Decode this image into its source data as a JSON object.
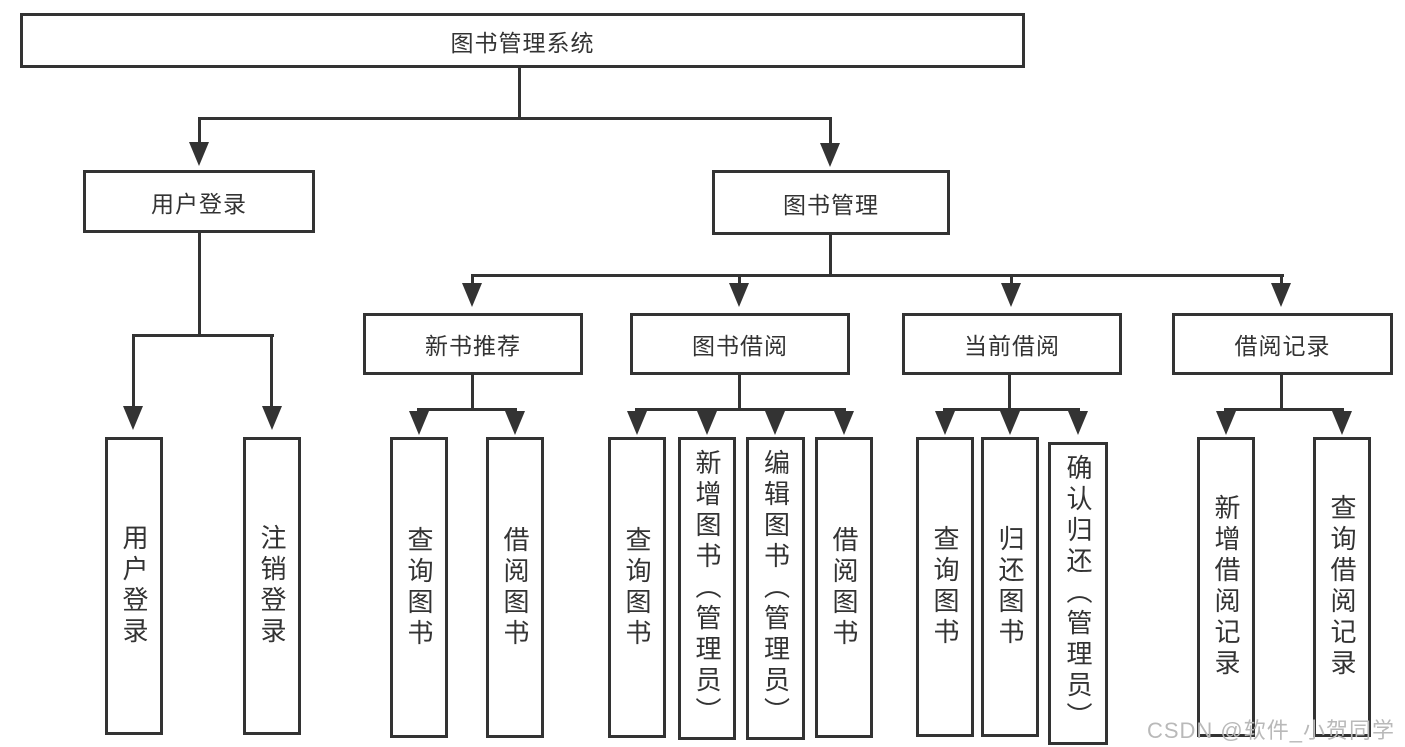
{
  "diagram_title": "图书管理系统",
  "nodes": {
    "root": "图书管理系统",
    "user_login": "用户登录",
    "book_mgmt": "图书管理",
    "new_book_rec": "新书推荐",
    "book_borrow": "图书借阅",
    "current_borrow": "当前借阅",
    "borrow_record": "借阅记录",
    "leaf_user_login": "用户登录",
    "leaf_logout": "注销登录",
    "leaf_query_book_1": "查询图书",
    "leaf_borrow_book_1": "借阅图书",
    "leaf_query_book_2": "查询图书",
    "leaf_add_book": "新增图书（管理员）",
    "leaf_edit_book": "编辑图书（管理员）",
    "leaf_borrow_book_2": "借阅图书",
    "leaf_query_book_3": "查询图书",
    "leaf_return_book": "归还图书",
    "leaf_confirm_return": "确认归还（管理员）",
    "leaf_add_record": "新增借阅记录",
    "leaf_query_record": "查询借阅记录"
  },
  "hierarchy": {
    "label": "图书管理系统",
    "children": [
      {
        "label": "用户登录",
        "children": [
          {
            "label": "用户登录"
          },
          {
            "label": "注销登录"
          }
        ]
      },
      {
        "label": "图书管理",
        "children": [
          {
            "label": "新书推荐",
            "children": [
              {
                "label": "查询图书"
              },
              {
                "label": "借阅图书"
              }
            ]
          },
          {
            "label": "图书借阅",
            "children": [
              {
                "label": "查询图书"
              },
              {
                "label": "新增图书（管理员）"
              },
              {
                "label": "编辑图书（管理员）"
              },
              {
                "label": "借阅图书"
              }
            ]
          },
          {
            "label": "当前借阅",
            "children": [
              {
                "label": "查询图书"
              },
              {
                "label": "归还图书"
              },
              {
                "label": "确认归还（管理员）"
              }
            ]
          },
          {
            "label": "借阅记录",
            "children": [
              {
                "label": "新增借阅记录"
              },
              {
                "label": "查询借阅记录"
              }
            ]
          }
        ]
      }
    ]
  },
  "watermark": "CSDN @软件_小贺同学",
  "colors": {
    "line": "#333333",
    "box_background": "#ffffff",
    "text": "#333333",
    "watermark": "#b9b9b9"
  }
}
